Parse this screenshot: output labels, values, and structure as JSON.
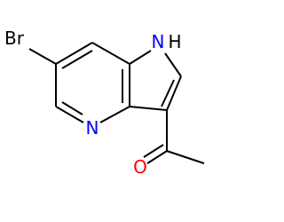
{
  "structure": {
    "atoms": {
      "bromine": {
        "label": "Br",
        "color": "#000000"
      },
      "pyrrole_nitrogen": {
        "label": "N",
        "color": "#0000ff"
      },
      "pyrrole_hydrogen": {
        "label": "H",
        "color": "#000000"
      },
      "pyridine_nitrogen": {
        "label": "N",
        "color": "#0000ff"
      },
      "carbonyl_oxygen": {
        "label": "O",
        "color": "#ff0000"
      }
    },
    "bond_color": "#000000",
    "background": "#ffffff"
  }
}
